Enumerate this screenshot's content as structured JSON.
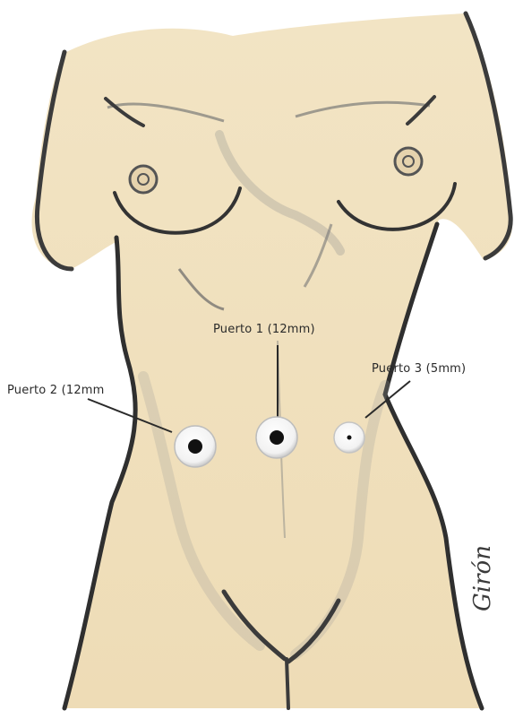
{
  "ports": [
    {
      "label": "Puerto 1 (12mm)",
      "size": "large"
    },
    {
      "label": "Puerto 2 (12mm",
      "size": "large"
    },
    {
      "label": "Puerto 3 (5mm)",
      "size": "small"
    }
  ],
  "signature": "Girón",
  "colors": {
    "skin": "#efe0bf",
    "skin_light": "#f4e9cf",
    "pencil": "#3b3b3b",
    "shade": "#8c8c88"
  }
}
